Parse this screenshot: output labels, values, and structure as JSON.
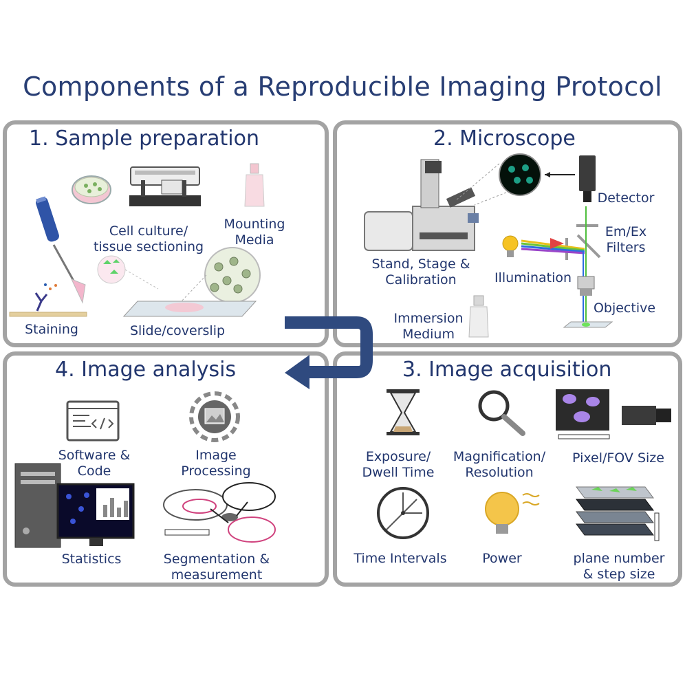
{
  "title": "Components of a Reproducible Imaging Protocol",
  "panels": {
    "sample": {
      "title": "1. Sample preparation",
      "labels": {
        "cell_culture_1": "Cell culture/",
        "cell_culture_2": "tissue sectioning",
        "mounting_1": "Mounting",
        "mounting_2": "Media",
        "staining": "Staining",
        "slide": "Slide/coverslip"
      }
    },
    "microscope": {
      "title": "2. Microscope",
      "labels": {
        "detector": "Detector",
        "filters_1": "Em/Ex",
        "filters_2": "Filters",
        "stand_1": "Stand, Stage &",
        "stand_2": "Calibration",
        "illumination": "Illumination",
        "objective": "Objective",
        "immersion_1": "Immersion",
        "immersion_2": "Medium"
      }
    },
    "acquisition": {
      "title": "3. Image acquisition",
      "labels": {
        "exposure_1": "Exposure/",
        "exposure_2": "Dwell Time",
        "magnification_1": "Magnification/",
        "magnification_2": "Resolution",
        "pixel": "Pixel/FOV Size",
        "time": "Time Intervals",
        "power": "Power",
        "plane_1": "plane number",
        "plane_2": "& step size"
      }
    },
    "analysis": {
      "title": "4. Image analysis",
      "labels": {
        "software_1": "Software &",
        "software_2": "Code",
        "processing_1": "Image",
        "processing_2": "Processing",
        "statistics": "Statistics",
        "segmentation_1": "Segmentation &",
        "segmentation_2": "measurement"
      }
    }
  },
  "colors": {
    "title": "#283e74",
    "panel_border": "#a3a3a3",
    "flow_arrow": "#2f4a7f"
  }
}
